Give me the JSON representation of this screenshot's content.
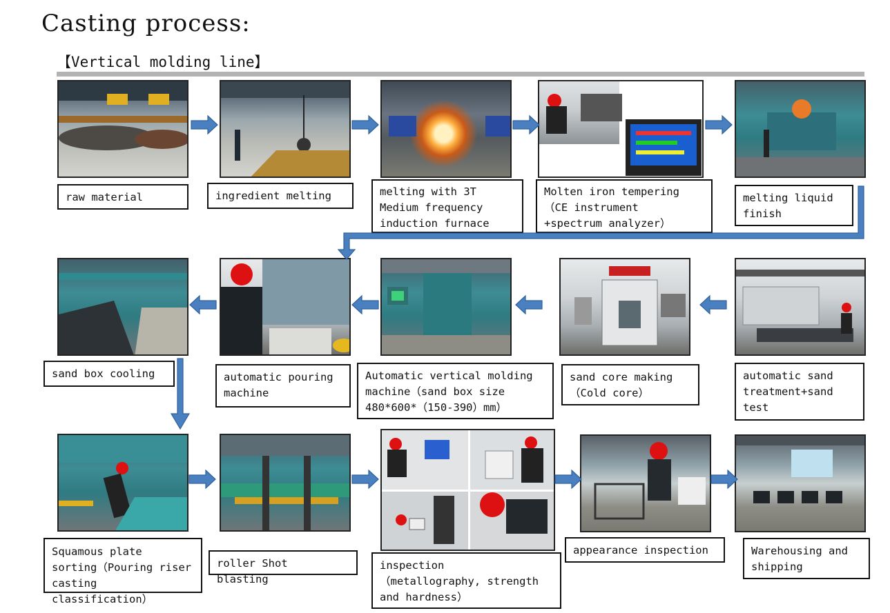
{
  "header": {
    "title": "Casting process:",
    "subtitle": "【Vertical molding line】"
  },
  "steps": {
    "raw_material": "raw material",
    "ingredient_melting": "ingredient melting",
    "melting_3t": "melting with 3T\nMedium frequency\ninduction furnace",
    "tempering": "Molten iron tempering\n（CE instrument\n+spectrum analyzer）",
    "melting_liquid_finish": "melting liquid\nfinish",
    "sand_treatment": "automatic sand\ntreatment+sand\ntest",
    "sand_core": "sand core making\n（Cold core）",
    "vertical_molding": "Automatic vertical molding\nmachine（sand box size\n480*600*（150-390）mm）",
    "pouring": "automatic pouring\nmachine",
    "sand_box_cooling": "sand box cooling",
    "squamous_sorting": "Squamous plate\nsorting（Pouring riser\ncasting classification）",
    "shot_blasting": "roller Shot\nblasting",
    "inspection": "inspection\n（metallography, strength\nand hardness）",
    "appearance": "appearance inspection",
    "warehousing": "Warehousing and\nshipping"
  },
  "colors": {
    "arrow_fill": "#4a7fc0",
    "arrow_stroke": "#2f5f9c",
    "rule": "#b3b3b3"
  },
  "icons": {
    "flow_arrow": "arrow-icon"
  }
}
